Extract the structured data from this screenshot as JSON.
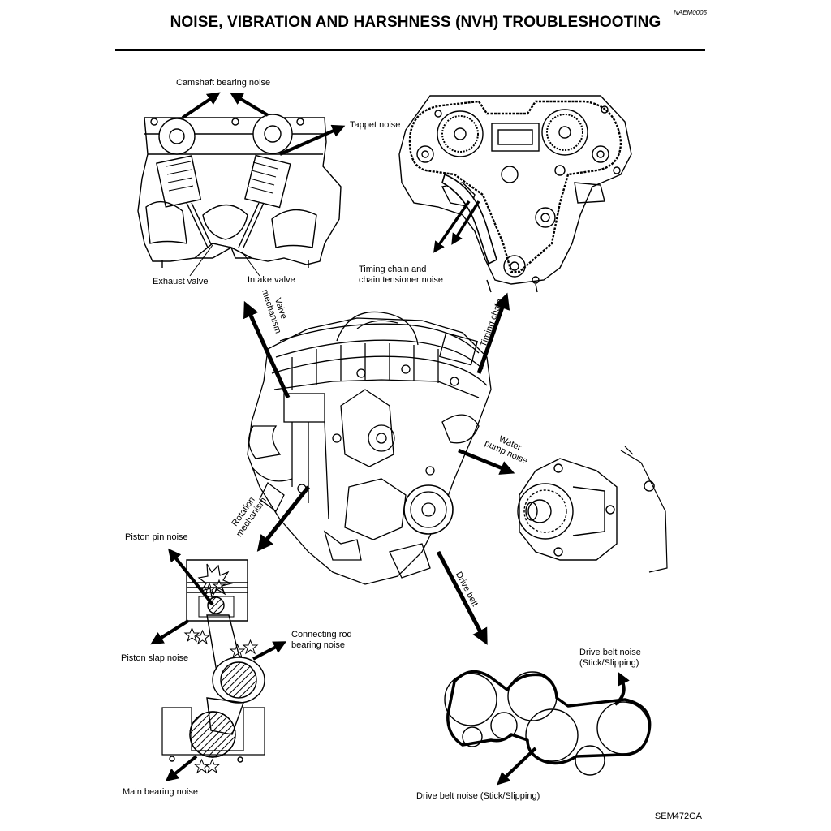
{
  "header": {
    "doc_code": "NAEM0005",
    "title": "NOISE, VIBRATION AND HARSHNESS (NVH) TROUBLESHOOTING"
  },
  "labels": {
    "camshaft_bearing_noise": "Camshaft bearing noise",
    "tappet_noise": "Tappet noise",
    "exhaust_valve": "Exhaust valve",
    "intake_valve": "Intake valve",
    "timing_chain_noise_1": "Timing chain and",
    "timing_chain_noise_2": "chain tensioner noise",
    "valve_mechanism_1": "Valve",
    "valve_mechanism_2": "mechanism",
    "timing_chain": "Timing chain",
    "water_pump_noise_1": "Water",
    "water_pump_noise_2": "pump noise",
    "rotation_mechanism_1": "Rotation",
    "rotation_mechanism_2": "mechanism",
    "drive_belt": "Drive belt",
    "piston_pin_noise": "Piston pin noise",
    "piston_slap_noise": "Piston slap noise",
    "connecting_rod_noise_1": "Connecting rod",
    "connecting_rod_noise_2": "bearing noise",
    "drive_belt_noise_stick_1": "Drive belt noise",
    "drive_belt_noise_stick_2": "(Stick/Slipping)",
    "drive_belt_noise_bottom": "Drive belt noise (Stick/Slipping)",
    "main_bearing_noise": "Main bearing noise"
  },
  "footer": {
    "figure_code": "SEM472GA"
  },
  "colors": {
    "ink": "#000000",
    "paper": "#ffffff",
    "shade": "#555555"
  }
}
